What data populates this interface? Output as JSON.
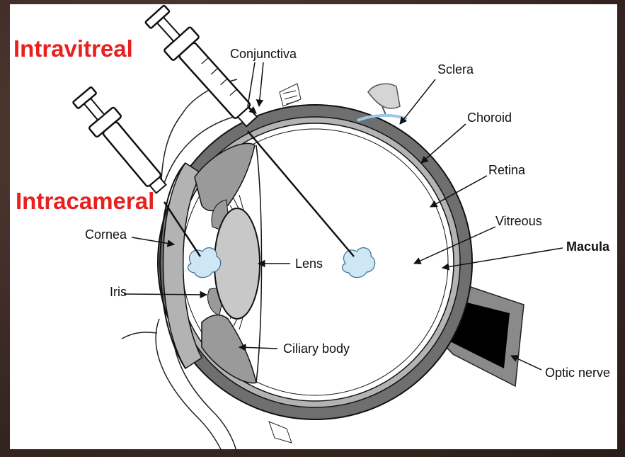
{
  "diagram": {
    "routes": {
      "intravitreal": "Intravitreal",
      "intracameral": "Intracameral"
    },
    "labels": {
      "conjunctiva": "Conjunctiva",
      "sclera": "Sclera",
      "choroid": "Choroid",
      "retina": "Retina",
      "vitreous": "Vitreous",
      "macula": "Macula",
      "cornea": "Cornea",
      "lens": "Lens",
      "iris": "Iris",
      "ciliary_body": "Ciliary body",
      "optic_nerve": "Optic nerve"
    },
    "colors": {
      "route_text": "#e8201e",
      "sclera": "#6f6f6f",
      "choroid": "#b3b3b3",
      "lens": "#c8c8c8",
      "drug_cloud": "#cfe6f5",
      "optic_core": "#000000"
    }
  }
}
